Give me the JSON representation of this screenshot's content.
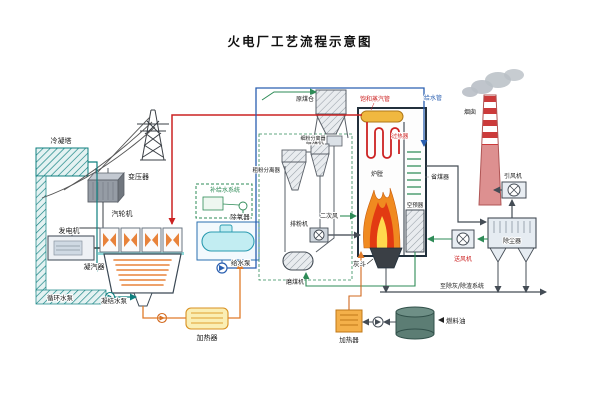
{
  "title": "火电厂工艺流程示意图",
  "labels": {
    "cooling_tower": "冷凝塔",
    "transformer": "变压器",
    "generator": "发电机",
    "steam_turbine": "汽轮机",
    "condenser": "凝汽器",
    "circulating_water_pump": "循环水泵",
    "condensate_pump": "凝结水泵",
    "lp_heater": "加热器",
    "makeup_water_system": "补给水系统",
    "deaerator": "除氧器",
    "feedwater_pump": "给水泵",
    "raw_coal_bunker": "原煤仓",
    "coal_feeder": "给煤机",
    "coarse_separator": "粗粉分离器",
    "fine_separator": "细粉分离器",
    "exhauster_fan": "排粉机",
    "secondary_air": "二次风",
    "coal_mill": "磨煤机",
    "ash_hopper": "灰斗",
    "saturated_steam_pipe": "饱和蒸汽管",
    "feedwater_pipe": "给水管",
    "superheater": "过热器",
    "furnace": "炉膛",
    "economizer": "省煤器",
    "air_preheater": "空预器",
    "forced_draft_fan": "送风机",
    "induced_draft_fan": "引风机",
    "dust_collector": "除尘器",
    "chimney": "烟囱",
    "ash_removal_note": "至除灰/除渣系统",
    "oil_heater": "加热器",
    "fuel_oil": "燃料油"
  },
  "colors": {
    "steam_line": "#cc2222",
    "feedwater_line": "#2a5fb0",
    "condensate_line": "#e07b2a",
    "air_line": "#2e8b57",
    "flue_gas_line": "#444c55",
    "cooling_water_line": "#0e7f7f",
    "flame_orange": "#f08a20",
    "chimney_red": "#cc3a3a"
  }
}
